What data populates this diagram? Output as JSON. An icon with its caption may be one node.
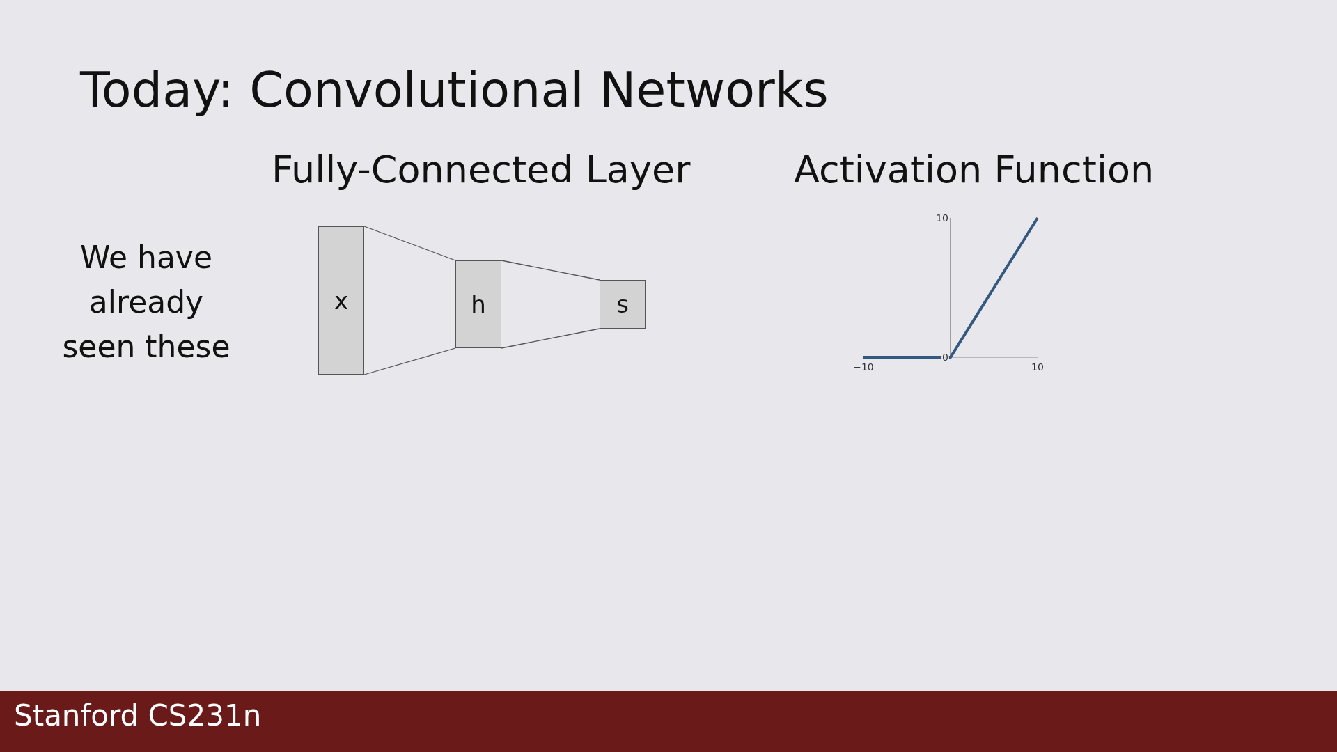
{
  "diagram": {
    "title": "Today: Convolutional Networks",
    "nodes": [
      {
        "text": [
          "x"
        ]
      },
      {
        "text": [
          "h"
        ]
      },
      {
        "text": [
          "s"
        ]
      }
    ],
    "edges": [
      {
        "from": 0,
        "to": 1,
        "arrow": "none"
      },
      {
        "from": 0,
        "to": 1,
        "arrow": "none"
      },
      {
        "from": 1,
        "to": 2,
        "arrow": "none"
      },
      {
        "from": 1,
        "to": 2,
        "arrow": "none"
      }
    ],
    "labels": [
      "Fully-Connected Layer",
      "Activation Function",
      "We have already seen these",
      "Stanford CS231n"
    ],
    "chart_data": {
      "type": "line",
      "x": [
        -10,
        0,
        10
      ],
      "series": [
        {
          "color": "#34587f",
          "values": [
            0,
            0,
            10
          ]
        }
      ],
      "xlim": [
        -10,
        10
      ],
      "ylim": [
        0,
        10
      ],
      "xticks": [
        {
          "value": -10,
          "label": "−10"
        },
        10
      ],
      "yticks": [
        0,
        10
      ]
    }
  }
}
